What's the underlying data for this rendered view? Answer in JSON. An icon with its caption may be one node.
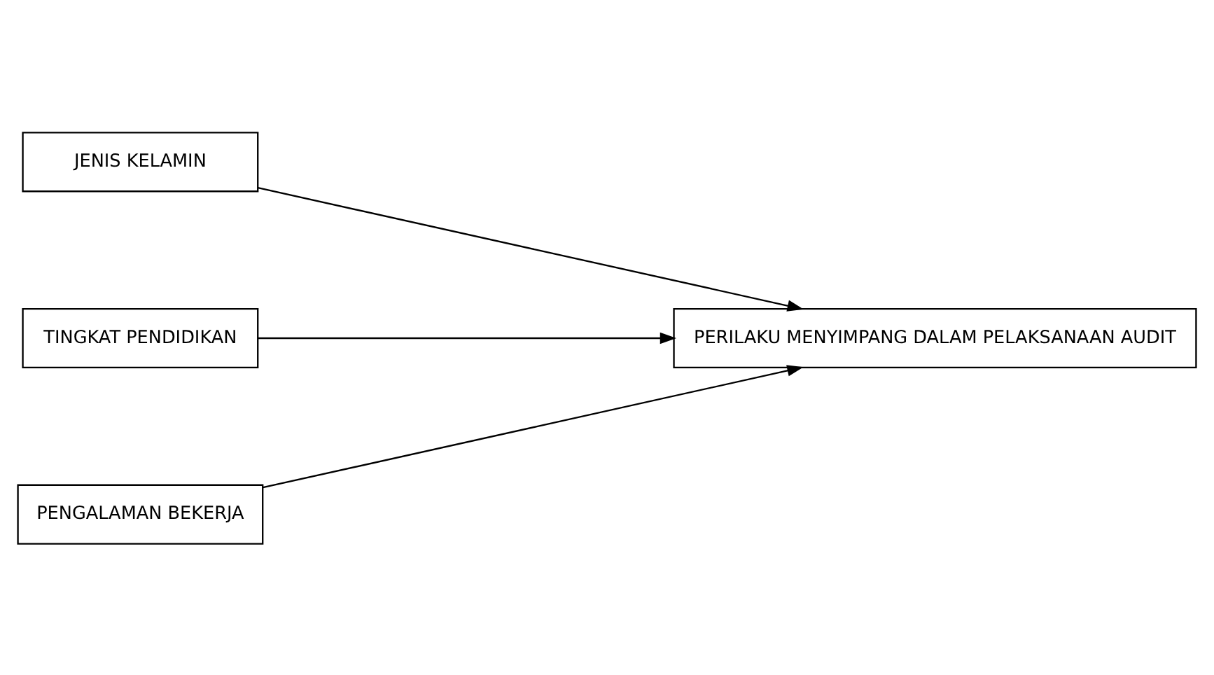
{
  "diagram": {
    "nodes": [
      {
        "text": [
          "JENIS KELAMIN"
        ]
      },
      {
        "text": [
          "TINGKAT PENDIDIKAN"
        ]
      },
      {
        "text": [
          "PENGALAMAN BEKERJA"
        ]
      },
      {
        "text": [
          "PERILAKU MENYIMPANG DALAM PELAKSANAAN AUDIT"
        ]
      }
    ],
    "edges": [
      {
        "from": 0,
        "to": 3,
        "arrow": "to"
      },
      {
        "from": 1,
        "to": 3,
        "arrow": "to"
      },
      {
        "from": 2,
        "to": 3,
        "arrow": "to"
      }
    ]
  }
}
